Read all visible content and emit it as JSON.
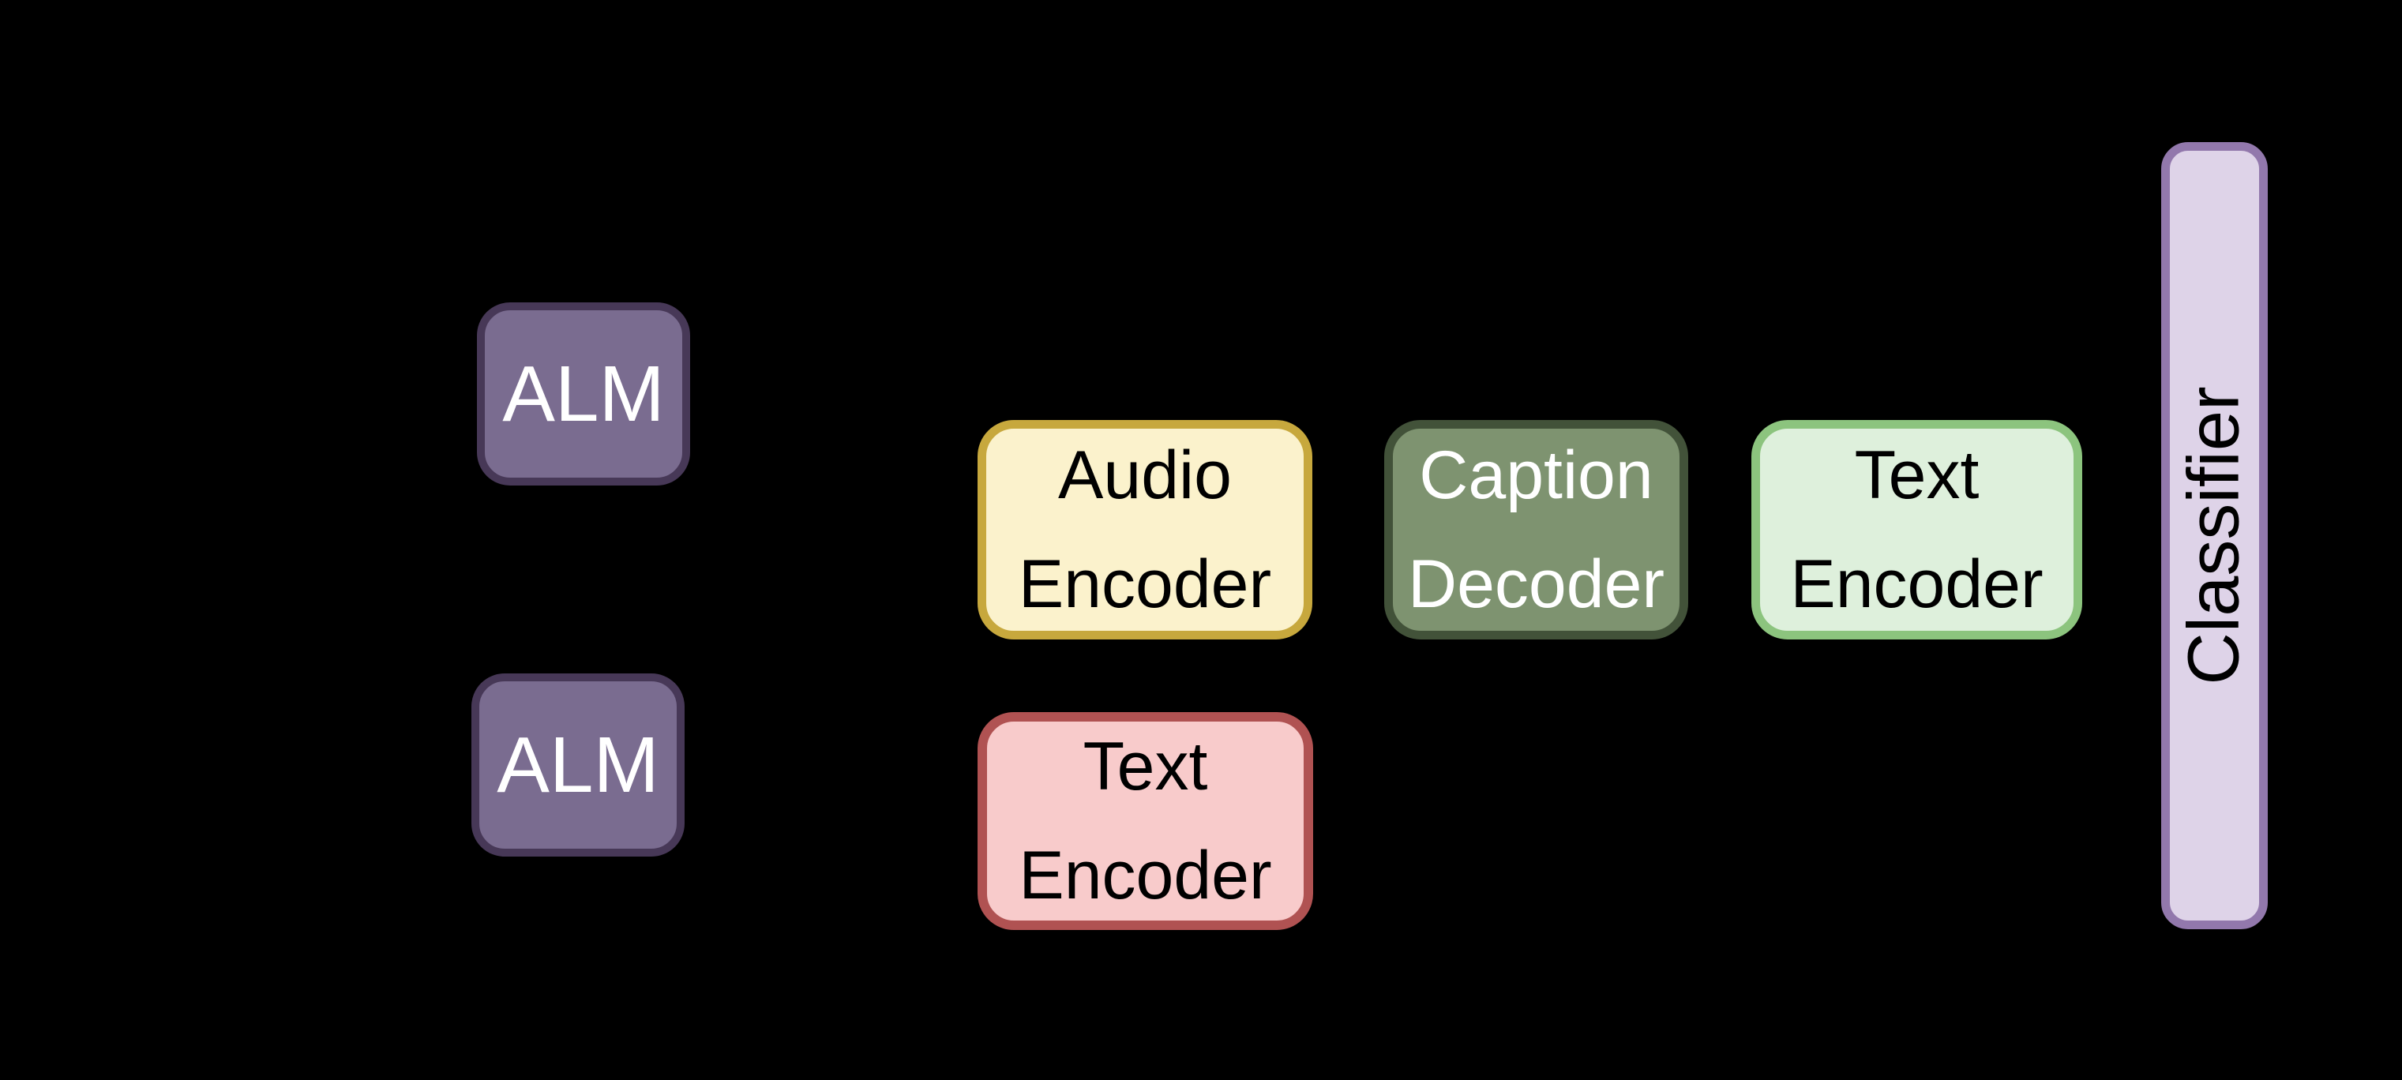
{
  "background_color": "#000000",
  "palette": {
    "alm_fill": "#7a6c90",
    "alm_border": "#473857",
    "audio_encoder_fill": "#fbf2cc",
    "audio_encoder_border": "#c7a83d",
    "caption_decoder_fill": "#7e9370",
    "caption_decoder_border": "#425239",
    "text_encoder_green_fill": "#def0dc",
    "text_encoder_green_border": "#8cc47e",
    "text_encoder_red_fill": "#f8cbcb",
    "text_encoder_red_border": "#b05252",
    "classifier_fill": "#ded3e8",
    "classifier_border": "#9278ac"
  },
  "nodes": {
    "alm_top": {
      "label": "ALM",
      "text_color": "#ffffff"
    },
    "alm_bottom": {
      "label": "ALM",
      "text_color": "#ffffff"
    },
    "audio_encoder": {
      "line1": "Audio",
      "line2": "Encoder",
      "text_color": "#000000"
    },
    "caption_decoder": {
      "line1": "Caption",
      "line2": "Decoder",
      "text_color": "#ffffff"
    },
    "text_encoder_green": {
      "line1": "Text",
      "line2": "Encoder",
      "text_color": "#000000"
    },
    "text_encoder_red": {
      "line1": "Text",
      "line2": "Encoder",
      "text_color": "#000000"
    },
    "classifier": {
      "label": "Classifier",
      "text_color": "#000000",
      "orientation": "vertical-bottom-to-top"
    }
  }
}
